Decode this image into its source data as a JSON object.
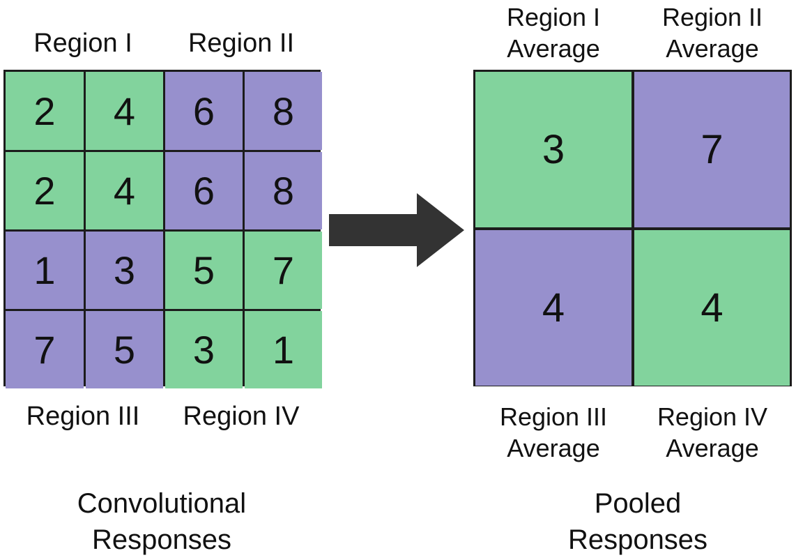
{
  "colors": {
    "green": "#82d39d",
    "purple": "#9790cd",
    "border": "#1c1c1c",
    "arrow": "#333333"
  },
  "conv": {
    "region_labels": {
      "top_left": "Region I",
      "top_right": "Region II",
      "bottom_left": "Region III",
      "bottom_right": "Region IV"
    },
    "cells": [
      {
        "value": "2",
        "color": "green"
      },
      {
        "value": "4",
        "color": "green"
      },
      {
        "value": "6",
        "color": "purple"
      },
      {
        "value": "8",
        "color": "purple"
      },
      {
        "value": "2",
        "color": "green"
      },
      {
        "value": "4",
        "color": "green"
      },
      {
        "value": "6",
        "color": "purple"
      },
      {
        "value": "8",
        "color": "purple"
      },
      {
        "value": "1",
        "color": "purple"
      },
      {
        "value": "3",
        "color": "purple"
      },
      {
        "value": "5",
        "color": "green"
      },
      {
        "value": "7",
        "color": "green"
      },
      {
        "value": "7",
        "color": "purple"
      },
      {
        "value": "5",
        "color": "purple"
      },
      {
        "value": "3",
        "color": "green"
      },
      {
        "value": "1",
        "color": "green"
      }
    ],
    "title_line1": "Convolutional",
    "title_line2": "Responses"
  },
  "pooled": {
    "region_labels": {
      "top_left": {
        "line1": "Region I",
        "line2": "Average"
      },
      "top_right": {
        "line1": "Region II",
        "line2": "Average"
      },
      "bottom_left": {
        "line1": "Region III",
        "line2": "Average"
      },
      "bottom_right": {
        "line1": "Region IV",
        "line2": "Average"
      }
    },
    "cells": [
      {
        "value": "3",
        "color": "green"
      },
      {
        "value": "7",
        "color": "purple"
      },
      {
        "value": "4",
        "color": "purple"
      },
      {
        "value": "4",
        "color": "green"
      }
    ],
    "title_line1": "Pooled",
    "title_line2": "Responses"
  }
}
